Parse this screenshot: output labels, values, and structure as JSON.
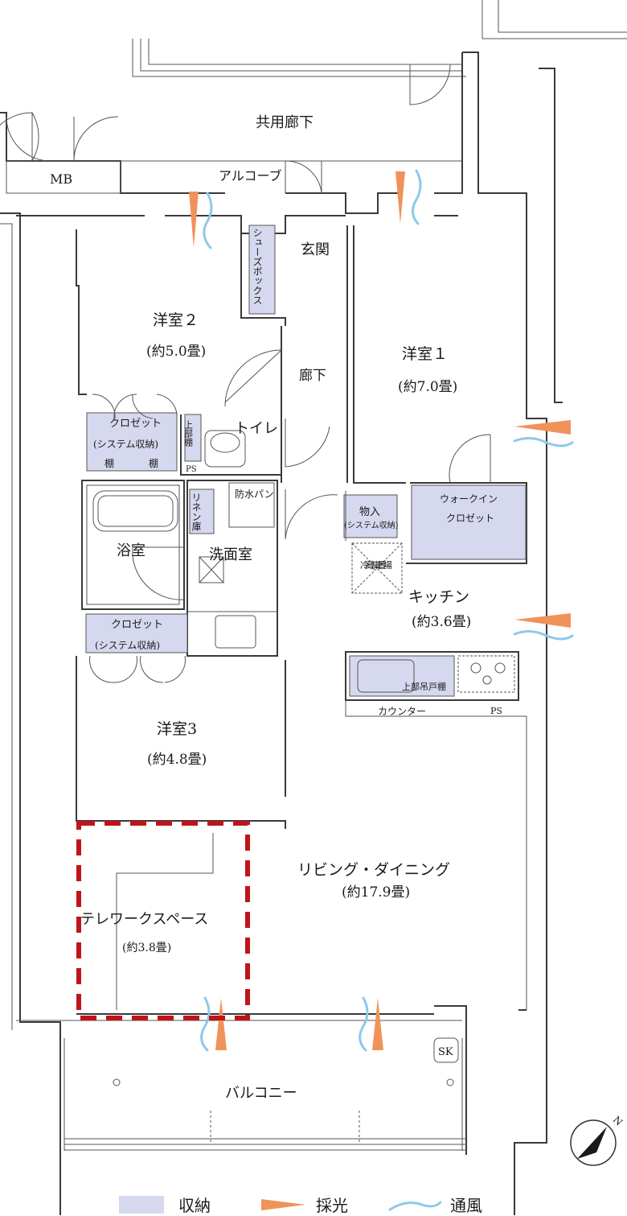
{
  "rooms": {
    "corridor_shared": "共用廊下",
    "mb": "MB",
    "alcove": "アルコーブ",
    "genkan": "玄関",
    "shoebox": "シューズボックス",
    "western2": {
      "name": "洋室２",
      "size": "(約5.0畳)"
    },
    "western1": {
      "name": "洋室１",
      "size": "(約7.0畳)"
    },
    "hallway": "廊下",
    "toilet": "トイレ",
    "upper_shelf": "上部棚",
    "closet2": {
      "name": "クロゼット",
      "sub": "(システム収納)",
      "shelf_a": "棚",
      "shelf_b": "棚"
    },
    "ps1": "PS",
    "bathroom": "浴室",
    "linen": "リネン庫",
    "waterproof_pan": "防水パン",
    "washroom": "洗面室",
    "storage": {
      "name": "物入",
      "sub": "(システム収納)"
    },
    "walkin": {
      "name": "ウォークイン",
      "sub": "クロゼット"
    },
    "fridge": "冷蔵庫置場",
    "kitchen": {
      "name": "キッチン",
      "size": "(約3.6畳)"
    },
    "closet3": {
      "name": "クロゼット",
      "sub": "(システム収納)"
    },
    "upper_cabinet": "上部吊戸棚",
    "counter": "カウンター",
    "ps2": "PS",
    "western3": {
      "name": "洋室3",
      "size": "(約4.8畳)"
    },
    "living": {
      "name": "リビング・ダイニング",
      "size": "(約17.9畳)"
    },
    "telework": {
      "name": "テレワークスペース",
      "size": "(約3.8畳)"
    },
    "sk": "SK",
    "balcony": "バルコニー"
  },
  "compass": {
    "north": "N"
  },
  "legend": {
    "storage": "収納",
    "light": "採光",
    "ventilation": "通風"
  },
  "colors": {
    "storage": "#d6d8ef",
    "light": "#f0935a",
    "ventilation": "#8ec9ea",
    "telework_outline": "#c0141b"
  }
}
